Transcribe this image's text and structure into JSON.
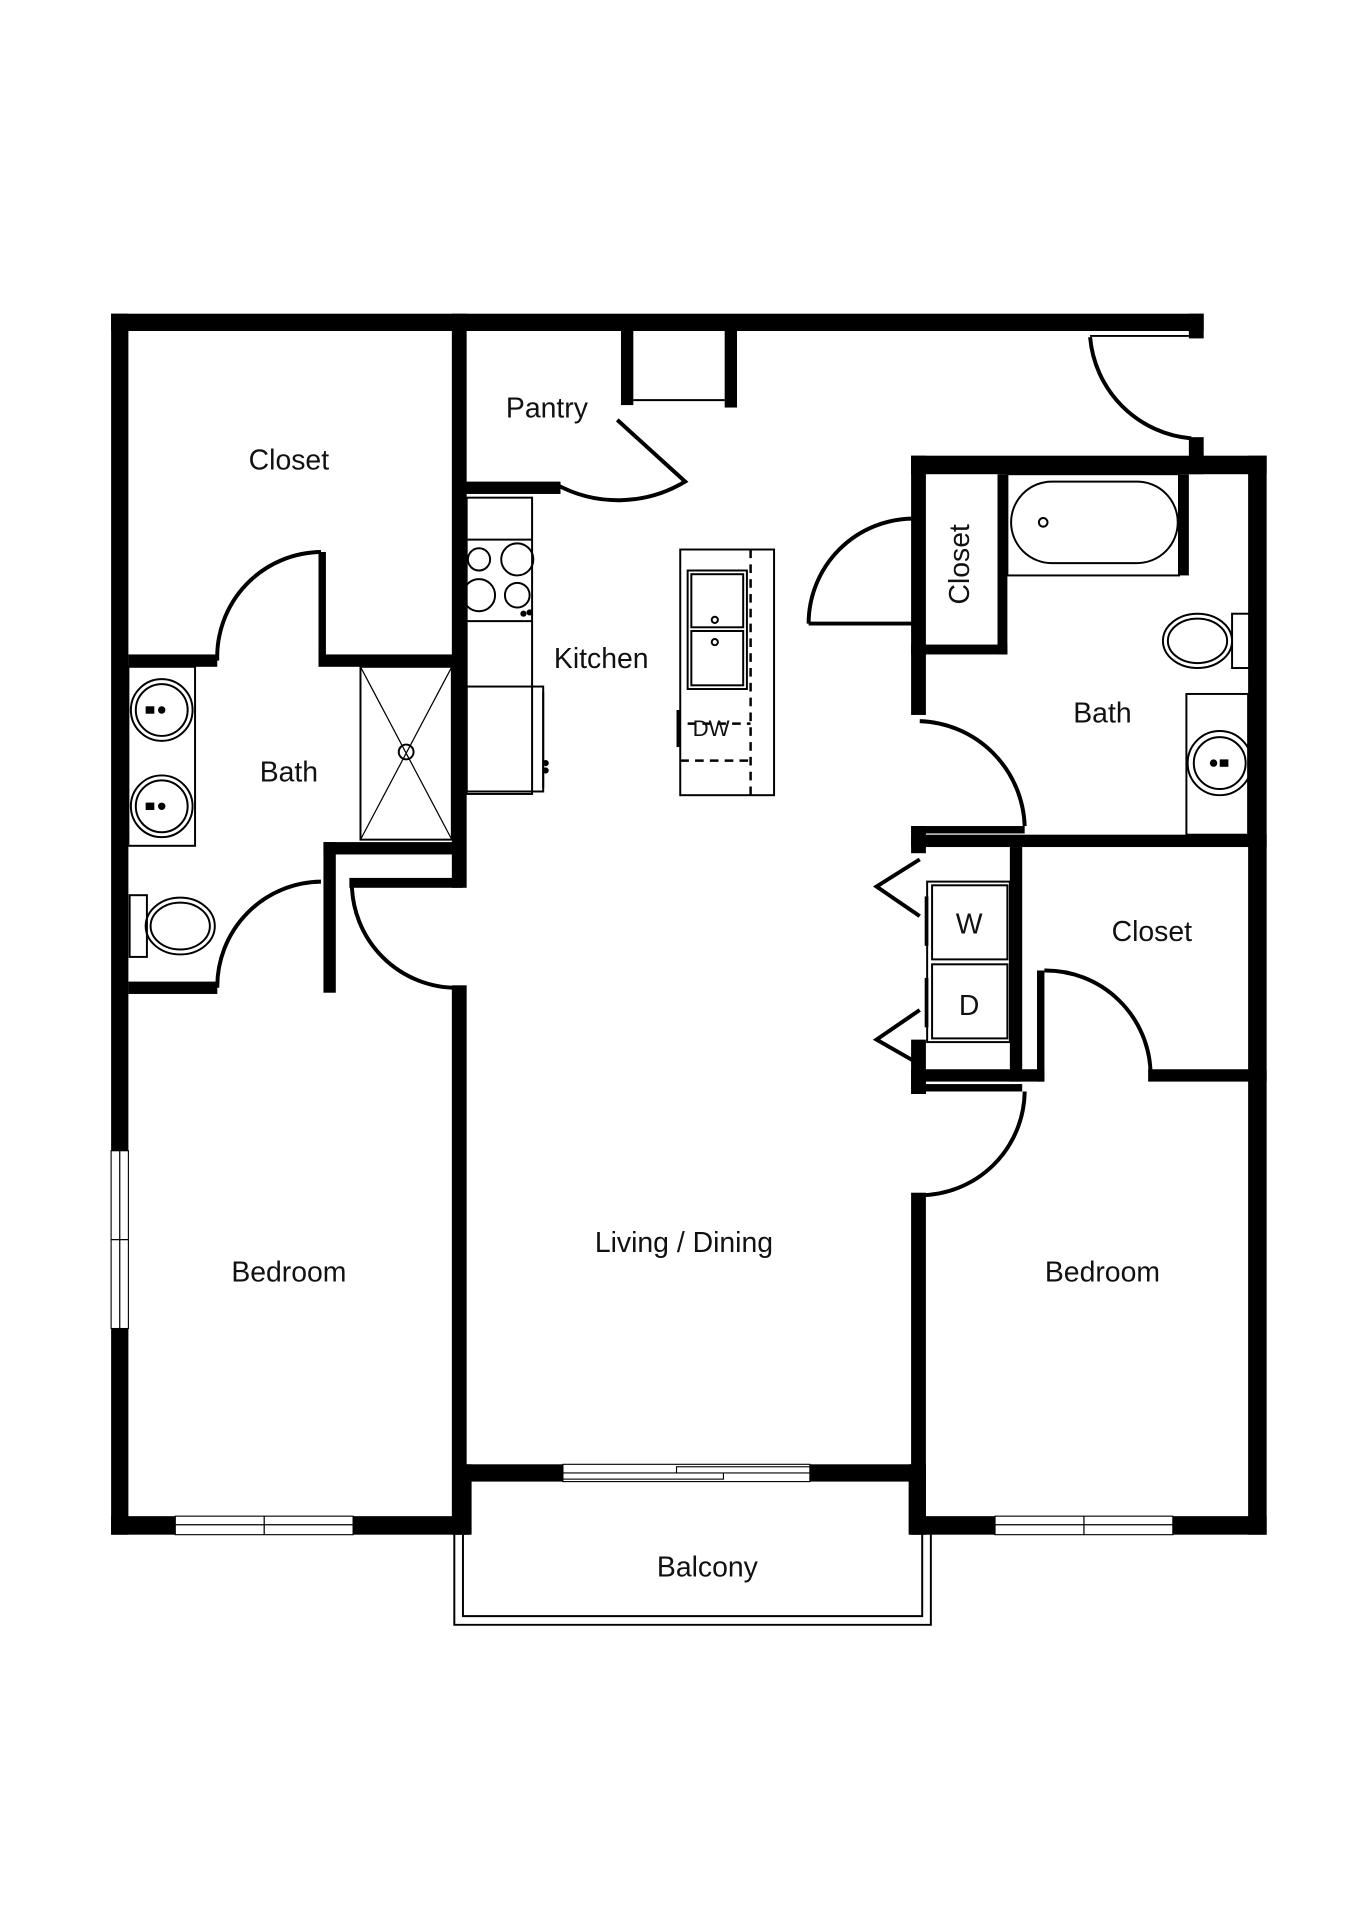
{
  "floorplan": {
    "colors": {
      "wall": "#000000",
      "background": "#ffffff"
    },
    "rooms": {
      "closet_left": "Closet",
      "pantry": "Pantry",
      "kitchen": "Kitchen",
      "bath_left": "Bath",
      "closet_hall": "Closet",
      "bath_right": "Bath",
      "closet_right": "Closet",
      "bedroom_left": "Bedroom",
      "living_dining": "Living / Dining",
      "bedroom_right": "Bedroom",
      "balcony": "Balcony"
    },
    "appliances": {
      "dishwasher": "DW",
      "washer": "W",
      "dryer": "D"
    }
  }
}
